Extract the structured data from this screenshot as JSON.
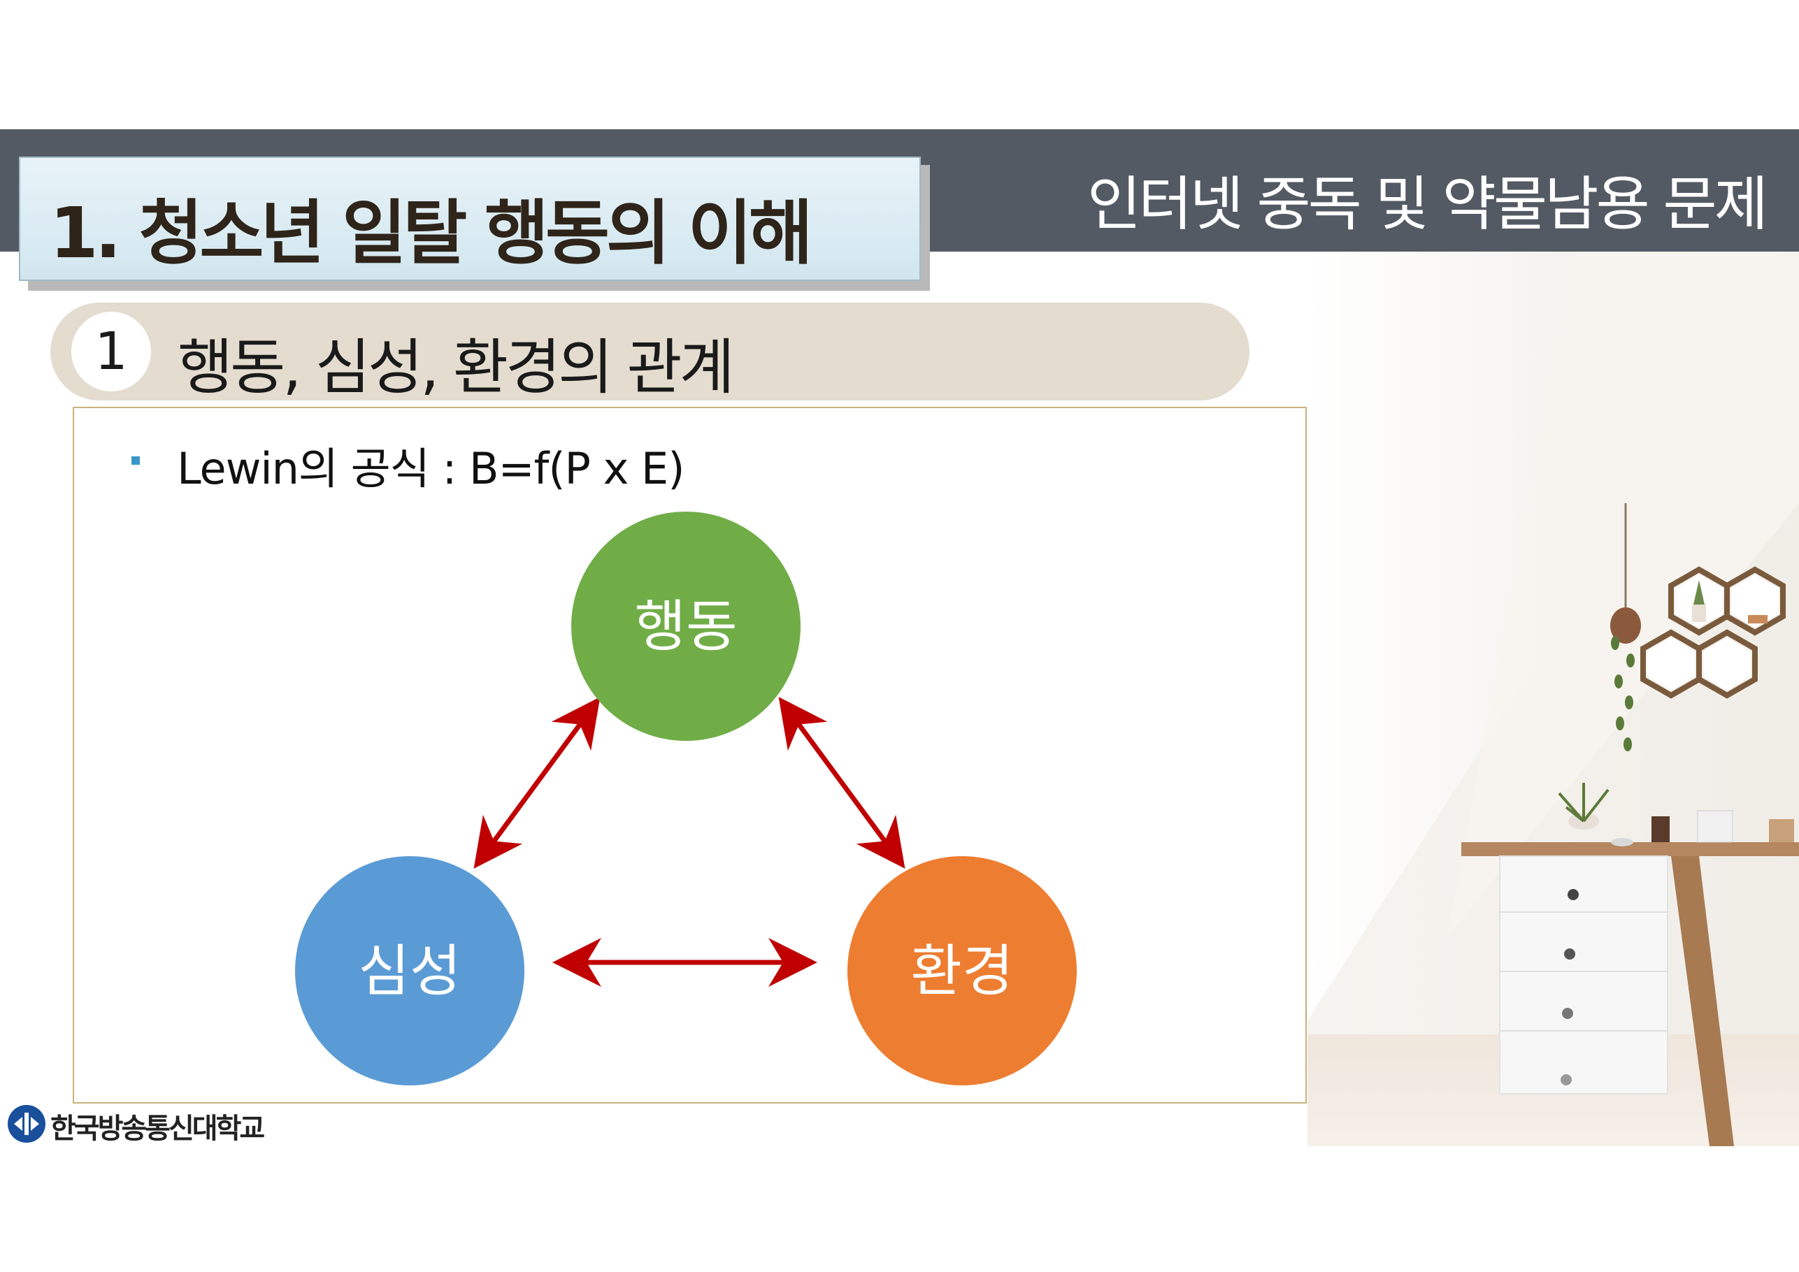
{
  "header": {
    "course_title": "인터넷 중독 및 약물남용 문제",
    "chapter_title": "1. 청소년 일탈 행동의 이해"
  },
  "section": {
    "number": "1",
    "title": "행동, 심성, 환경의 관계"
  },
  "content": {
    "bullet": "Lewin의 공식 : B=f(P x E)"
  },
  "diagram": {
    "nodes": [
      {
        "label": "행동",
        "color": "#70ad47"
      },
      {
        "label": "심성",
        "color": "#5b9bd5"
      },
      {
        "label": "환경",
        "color": "#ed7d31"
      }
    ],
    "arrow_color": "#c00000"
  },
  "footer": {
    "university": "한국방송통신대학교",
    "logo_color": "#1a4f9c"
  }
}
